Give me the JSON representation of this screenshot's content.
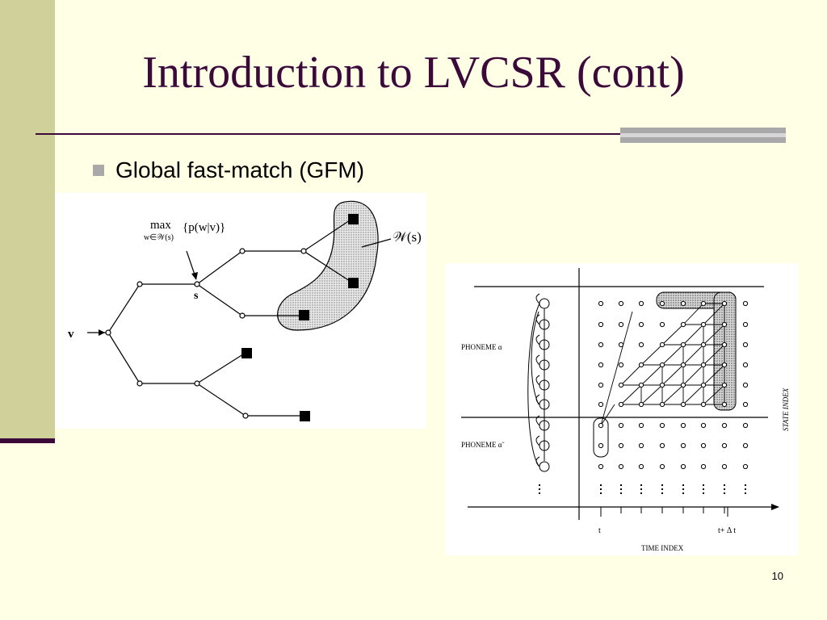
{
  "slide": {
    "title": "Introduction to LVCSR (cont)",
    "bullet": "Global fast-match (GFM)",
    "page_number": "10"
  },
  "figure1": {
    "formula_max": "max",
    "formula_sub": "w∈𝒲(s)",
    "formula_body": "{p(w|v)}",
    "node_v": "v",
    "node_s": "s",
    "set_label": "𝒲(s)"
  },
  "figure2": {
    "phoneme_alpha": "PHONEME α",
    "phoneme_alpha_tilde": "PHONEME α̃",
    "state_index": "STATE INDEX",
    "time_index": "TIME INDEX",
    "tick_t": "t",
    "tick_t_delta": "t+ Δ t"
  },
  "colors": {
    "background": "#ffffe5",
    "sidebar": "#d0d09a",
    "accent": "#3b0a3a",
    "bullet": "#a9a9a9"
  }
}
